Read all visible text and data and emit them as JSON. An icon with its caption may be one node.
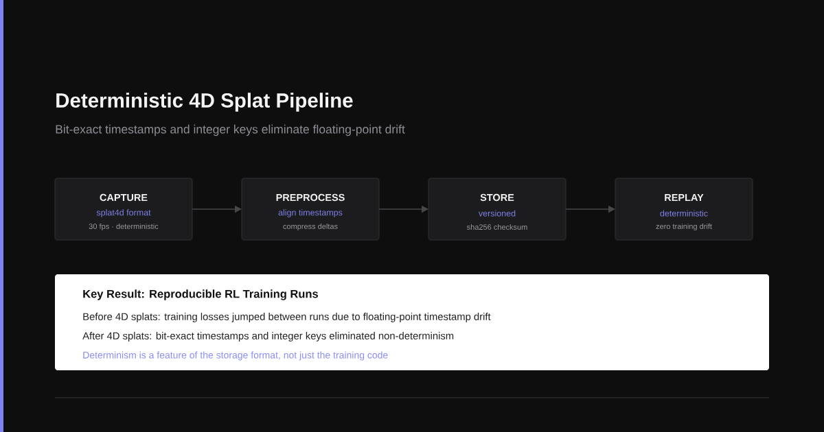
{
  "diagram": {
    "title": "Deterministic 4D Splat Pipeline",
    "nodes": [
      {
        "text": [
          "CAPTURE",
          "splat4d format",
          "30 fps · deterministic"
        ]
      },
      {
        "text": [
          "PREPROCESS",
          "align timestamps",
          "compress deltas"
        ]
      },
      {
        "text": [
          "STORE",
          "versioned",
          "sha256 checksum"
        ]
      },
      {
        "text": [
          "REPLAY",
          "deterministic",
          "zero training drift"
        ]
      },
      {
        "text": [
          "Key Result: Reproducible RL Training Runs",
          "Before 4D splats: training losses jumped between runs due to floating-point timestamp drift",
          "After 4D splats: bit-exact timestamps and integer keys eliminated non-determinism",
          "Determinism is a feature of the storage format, not just the training code"
        ]
      }
    ],
    "edges": [
      {
        "from": 0,
        "to": 1,
        "arrow": "to"
      },
      {
        "from": 1,
        "to": 2,
        "arrow": "to"
      },
      {
        "from": 2,
        "to": 3,
        "arrow": "to"
      }
    ],
    "labels": [
      "Bit-exact timestamps and integer keys eliminate floating-point drift"
    ]
  }
}
